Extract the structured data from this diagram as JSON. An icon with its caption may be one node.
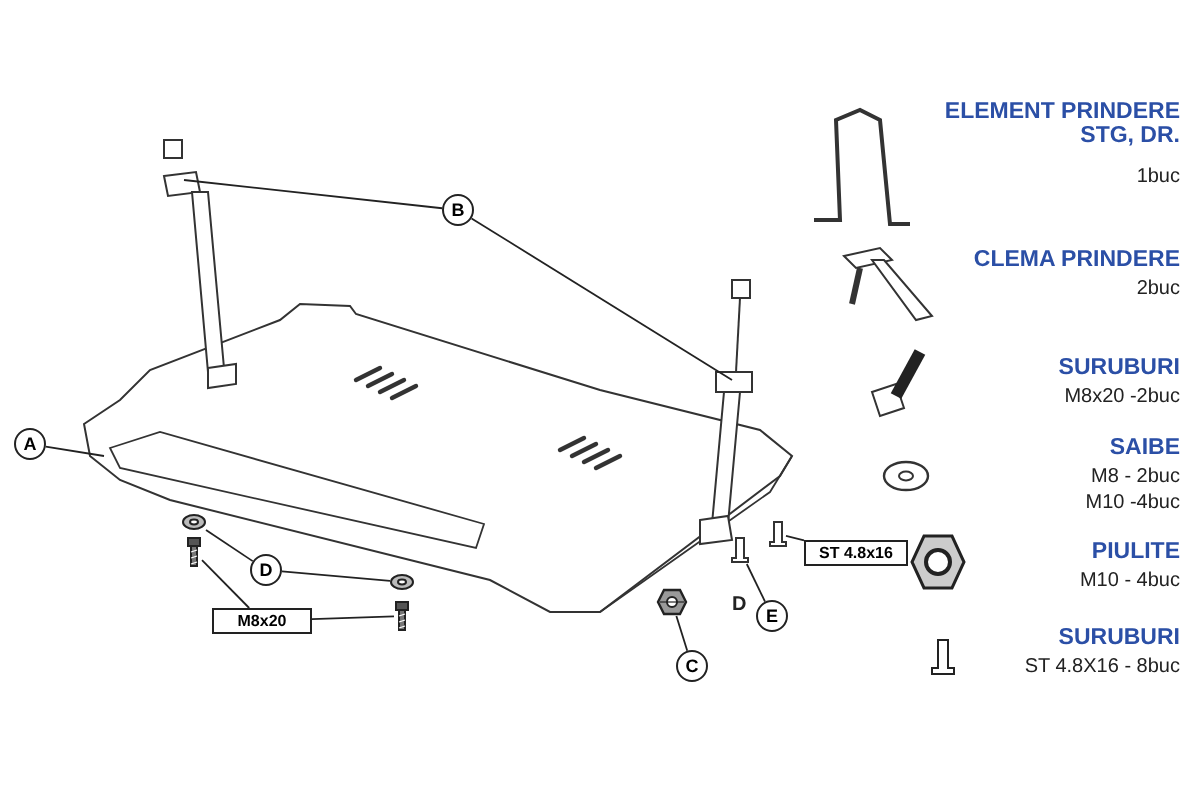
{
  "diagram": {
    "nodes": [
      {
        "text": [
          "A"
        ]
      },
      {
        "text": [
          "B"
        ]
      },
      {
        "text": [
          "C"
        ]
      },
      {
        "text": [
          "D"
        ]
      },
      {
        "text": [
          "E"
        ]
      },
      {
        "text": [
          "M8x20"
        ]
      },
      {
        "text": [
          "ST 4.8x16"
        ]
      },
      {
        "text": [],
        "shape": "picture"
      },
      {
        "text": [],
        "shape": "picture"
      },
      {
        "text": [],
        "shape": "picture"
      },
      {
        "text": [],
        "shape": "picture"
      },
      {
        "text": [],
        "shape": "picture"
      },
      {
        "text": [],
        "shape": "picture"
      },
      {
        "text": [],
        "shape": "picture"
      },
      {
        "text": [],
        "shape": "picture"
      },
      {
        "text": [],
        "shape": "picture"
      },
      {
        "text": [],
        "shape": "picture"
      }
    ],
    "edges": [
      {
        "from": 0,
        "to": 7,
        "arrow": "none"
      },
      {
        "from": 1,
        "to": 8,
        "arrow": "none"
      },
      {
        "from": 1,
        "to": 9,
        "arrow": "none"
      },
      {
        "from": 2,
        "to": 10,
        "arrow": "none"
      },
      {
        "from": 3,
        "to": 11,
        "arrow": "none"
      },
      {
        "from": 3,
        "to": 12,
        "arrow": "none"
      },
      {
        "from": 4,
        "to": 15,
        "arrow": "none"
      },
      {
        "from": 5,
        "to": 13,
        "arrow": "none"
      },
      {
        "from": 5,
        "to": 14,
        "arrow": "none"
      },
      {
        "from": 6,
        "to": 16,
        "arrow": "none"
      }
    ],
    "labels": [
      "ELEMENT PRINDERE STG, DR.",
      "1buc",
      "CLEMA PRINDERE",
      "2buc",
      "SURUBURI",
      "M8x20 -2buc",
      "SAIBE",
      "M8 - 2buc",
      "M10 -4buc",
      "PIULITE",
      "M10 - 4buc",
      "SURUBURI",
      "ST 4.8X16 - 8buc",
      "D"
    ]
  }
}
